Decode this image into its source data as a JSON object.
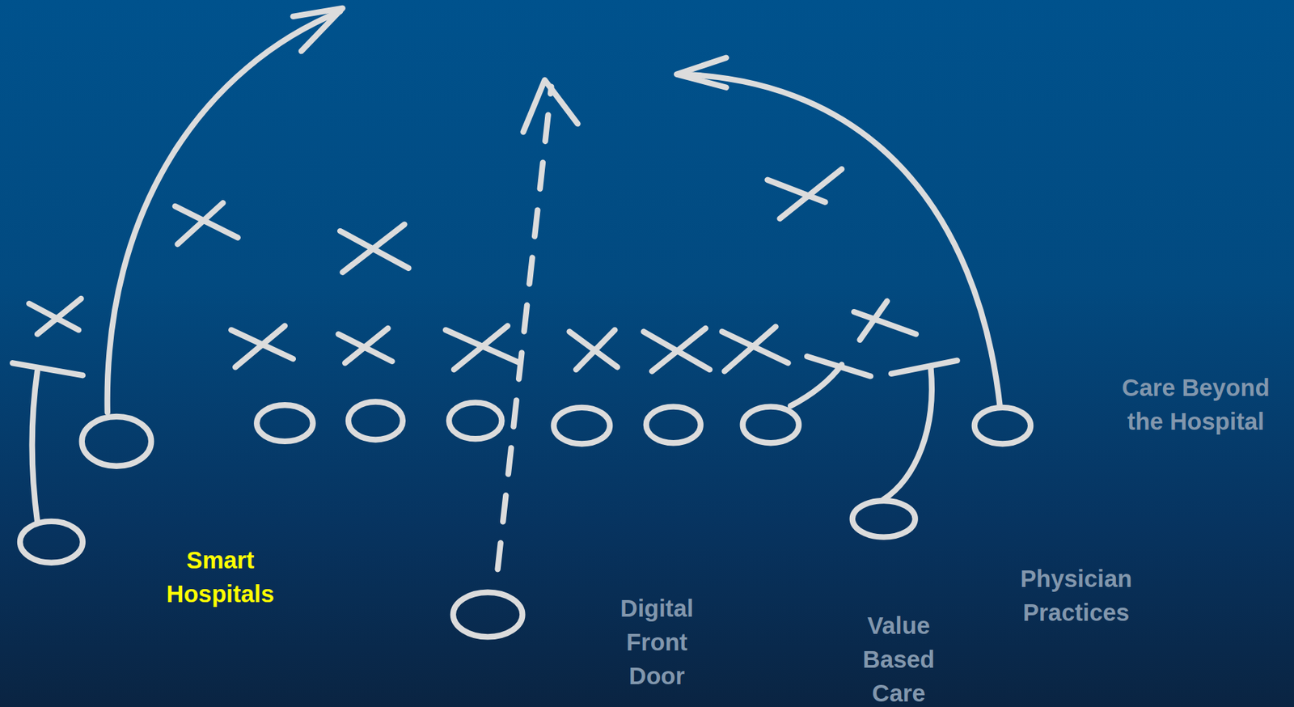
{
  "diagram": {
    "labels": [
      "Smart Hospitals",
      "Digital Front Door",
      "Value Based Care",
      "Physician Practices",
      "Care Beyond the Hospital"
    ]
  }
}
